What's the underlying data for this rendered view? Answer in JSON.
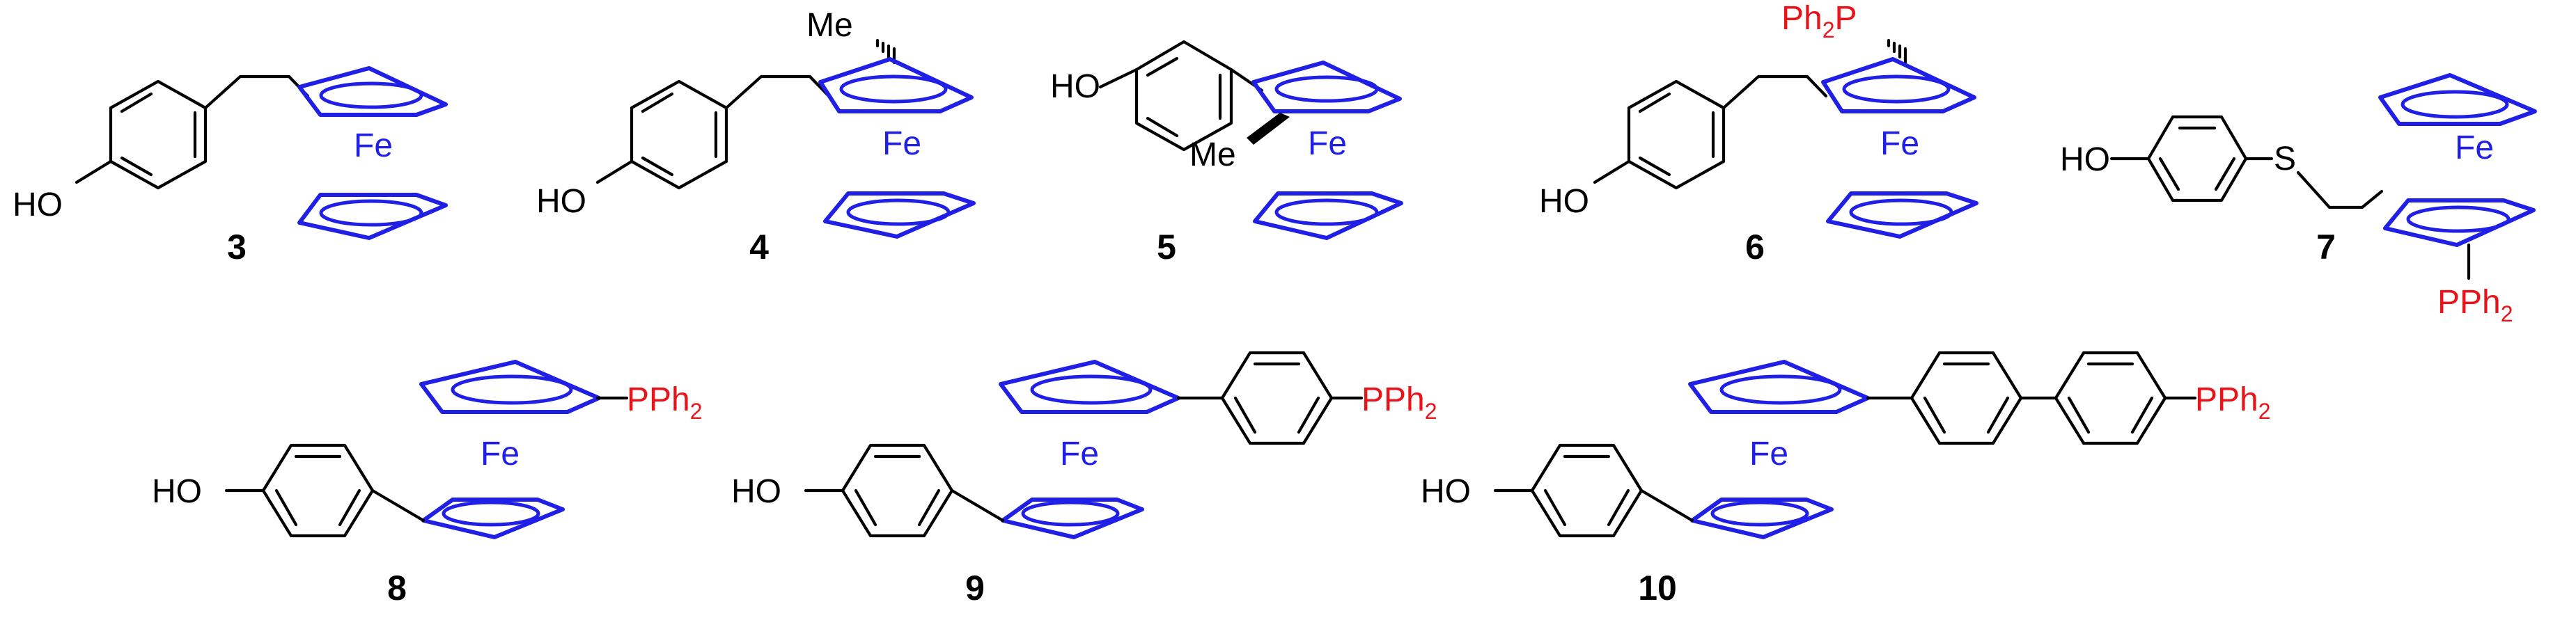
{
  "colors": {
    "bond": "#000000",
    "ferrocene": "#1f1fe6",
    "phosphine": "#e8141a",
    "text": "#000000"
  },
  "labels": {
    "hydroxy": "HO",
    "iron": "Fe",
    "methyl": "Me",
    "sulfur": "S",
    "pph2_main": "PPh",
    "pph2_sub": "2",
    "ph2p_main": "Ph",
    "ph2p_sub": "2",
    "ph2p_tail": "P"
  },
  "compounds": [
    {
      "id": "3"
    },
    {
      "id": "4"
    },
    {
      "id": "5"
    },
    {
      "id": "6"
    },
    {
      "id": "7"
    },
    {
      "id": "8"
    },
    {
      "id": "9"
    },
    {
      "id": "10"
    }
  ]
}
